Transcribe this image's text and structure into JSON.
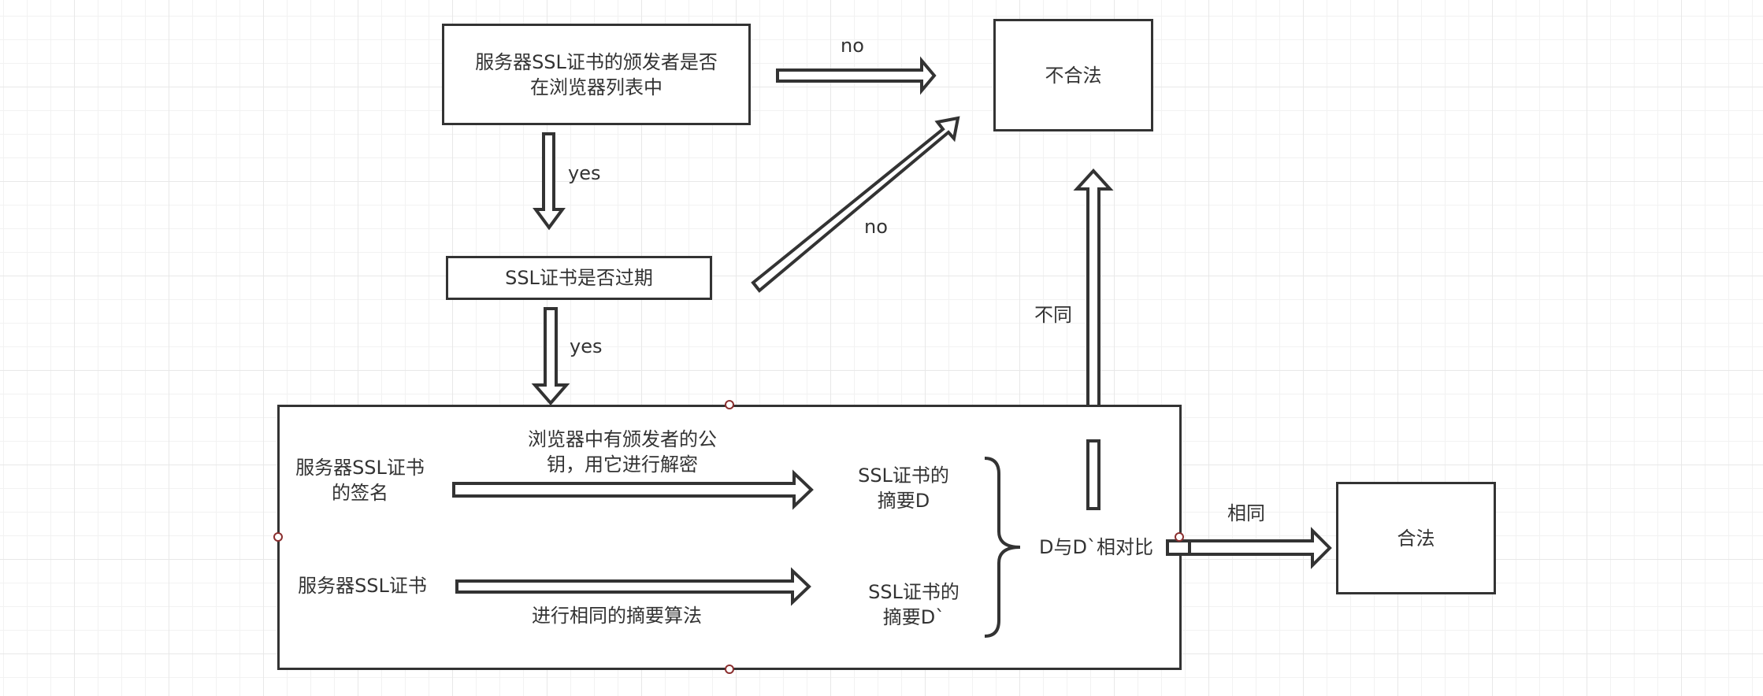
{
  "diagram": {
    "title": "SSL certificate validation flowchart",
    "nodes": {
      "issuer_check": "服务器SSL证书的颁发者是否\n在浏览器列表中",
      "illegal": "不合法",
      "expiry_check": "SSL证书是否过期",
      "legal": "合法"
    },
    "container": {
      "signature_source": "服务器SSL证书\n的签名",
      "decrypt_step": "浏览器中有颁发者的公\n钥，用它进行解密",
      "digest_d": "SSL证书的\n摘要D",
      "certificate_source": "服务器SSL证书",
      "hash_step": "进行相同的摘要算法",
      "digest_d_prime": "SSL证书的\n摘要D`",
      "compare": "D与D`相对比"
    },
    "edges": {
      "issuer_no": "no",
      "issuer_yes": "yes",
      "expiry_no": "no",
      "expiry_yes": "yes",
      "different": "不同",
      "same": "相同"
    },
    "colors": {
      "stroke": "#333333",
      "grid_major": "#e8e8e8",
      "grid_minor": "#f2f2f2",
      "handle": "#8b2f2f"
    }
  }
}
